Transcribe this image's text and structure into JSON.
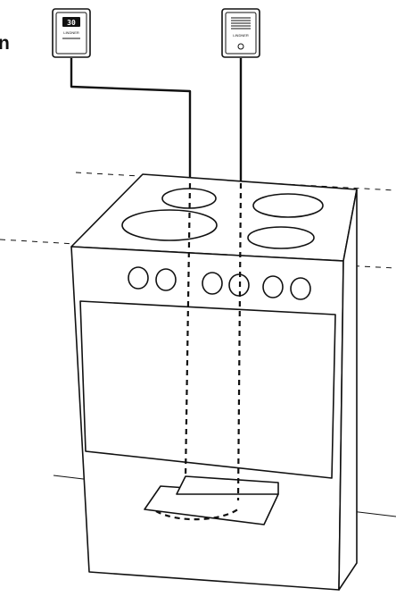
{
  "corner_label": "n",
  "controller_left": {
    "display": "30",
    "brand": "LINDNER",
    "model": "",
    "display_color": "#111111"
  },
  "controller_right": {
    "brand": "LINDNER",
    "display_color": "#111111"
  },
  "colors": {
    "line": "#111111",
    "background": "#ffffff"
  }
}
